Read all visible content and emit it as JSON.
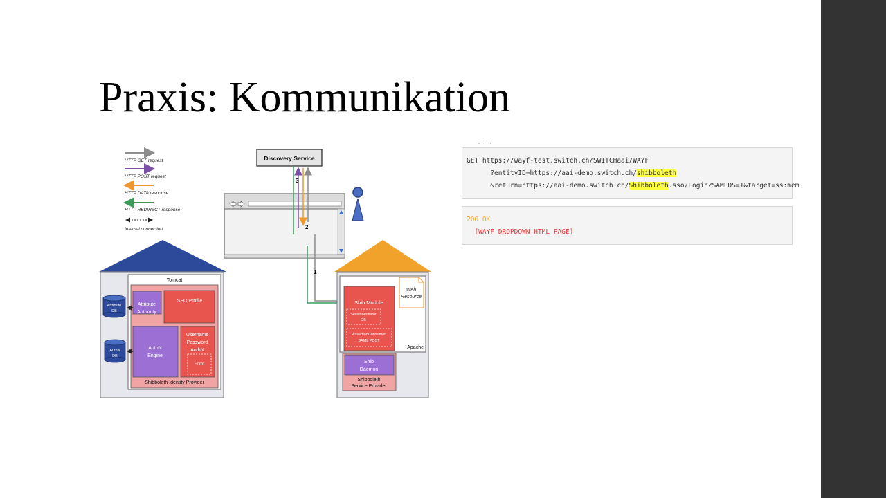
{
  "slide": {
    "title": "Praxis: Kommunikation"
  },
  "legend": {
    "get": "HTTP GET request",
    "post": "HTTP POST request",
    "data": "HTTP DATA response",
    "redirect": "HTTP REDIRECT response",
    "internal": "Internal connection"
  },
  "discovery": {
    "label": "Discovery Service"
  },
  "steps": {
    "s1": "1",
    "s2": "2",
    "s3": "3"
  },
  "idp": {
    "tomcat": "Tomcat",
    "attr_db": [
      "Attribute",
      "DB"
    ],
    "authn_db": [
      "AuthN",
      "DB"
    ],
    "attr_authority": [
      "Attribute",
      "Authority"
    ],
    "sso_profile": "SSO Profile",
    "authn_engine": [
      "AuthN",
      "Engine"
    ],
    "upw_authn": [
      "Username",
      "Password",
      "AuthN"
    ],
    "form": "Form",
    "footer": "Shibboleth Identity Provider"
  },
  "sp": {
    "web_resource": [
      "Web",
      "Resource"
    ],
    "shib_module": "Shib Module",
    "session_init": [
      "SessionInitiator",
      "DS"
    ],
    "assertion_consumer": [
      "AssertionConsumer",
      "SAML POST"
    ],
    "apache": "Apache",
    "shib_daemon": [
      "Shib",
      "Daemon"
    ],
    "footer": [
      "Shibboleth",
      "Service Provider"
    ]
  },
  "request": {
    "line1": "GET https://wayf-test.switch.ch/SWITCHaai/WAYF",
    "line2_pre": "      ?entityID=https://aai-demo.switch.ch/",
    "line2_hl": "shibboleth",
    "line3_pre": "      &return=https://aai-demo.switch.ch/",
    "line3_hl": "Shibboleth",
    "line3_post": ".sso/Login?SAMLDS=1&target=ss:mem"
  },
  "response": {
    "status": "200 OK",
    "body": "  [WAYF DROPDOWN HTML PAGE]"
  },
  "colors": {
    "get": "#8c8c8c",
    "post": "#7b4fa6",
    "data": "#f0962e",
    "redirect": "#3d9a5a",
    "idp_roof": "#2d4a9a",
    "sp_roof": "#f0a22a",
    "module_red": "#e8554f",
    "module_pink": "#f0a4a4",
    "module_purple": "#9b6fd3",
    "highlight": "#ffff3b",
    "sidebar": "#333333"
  }
}
